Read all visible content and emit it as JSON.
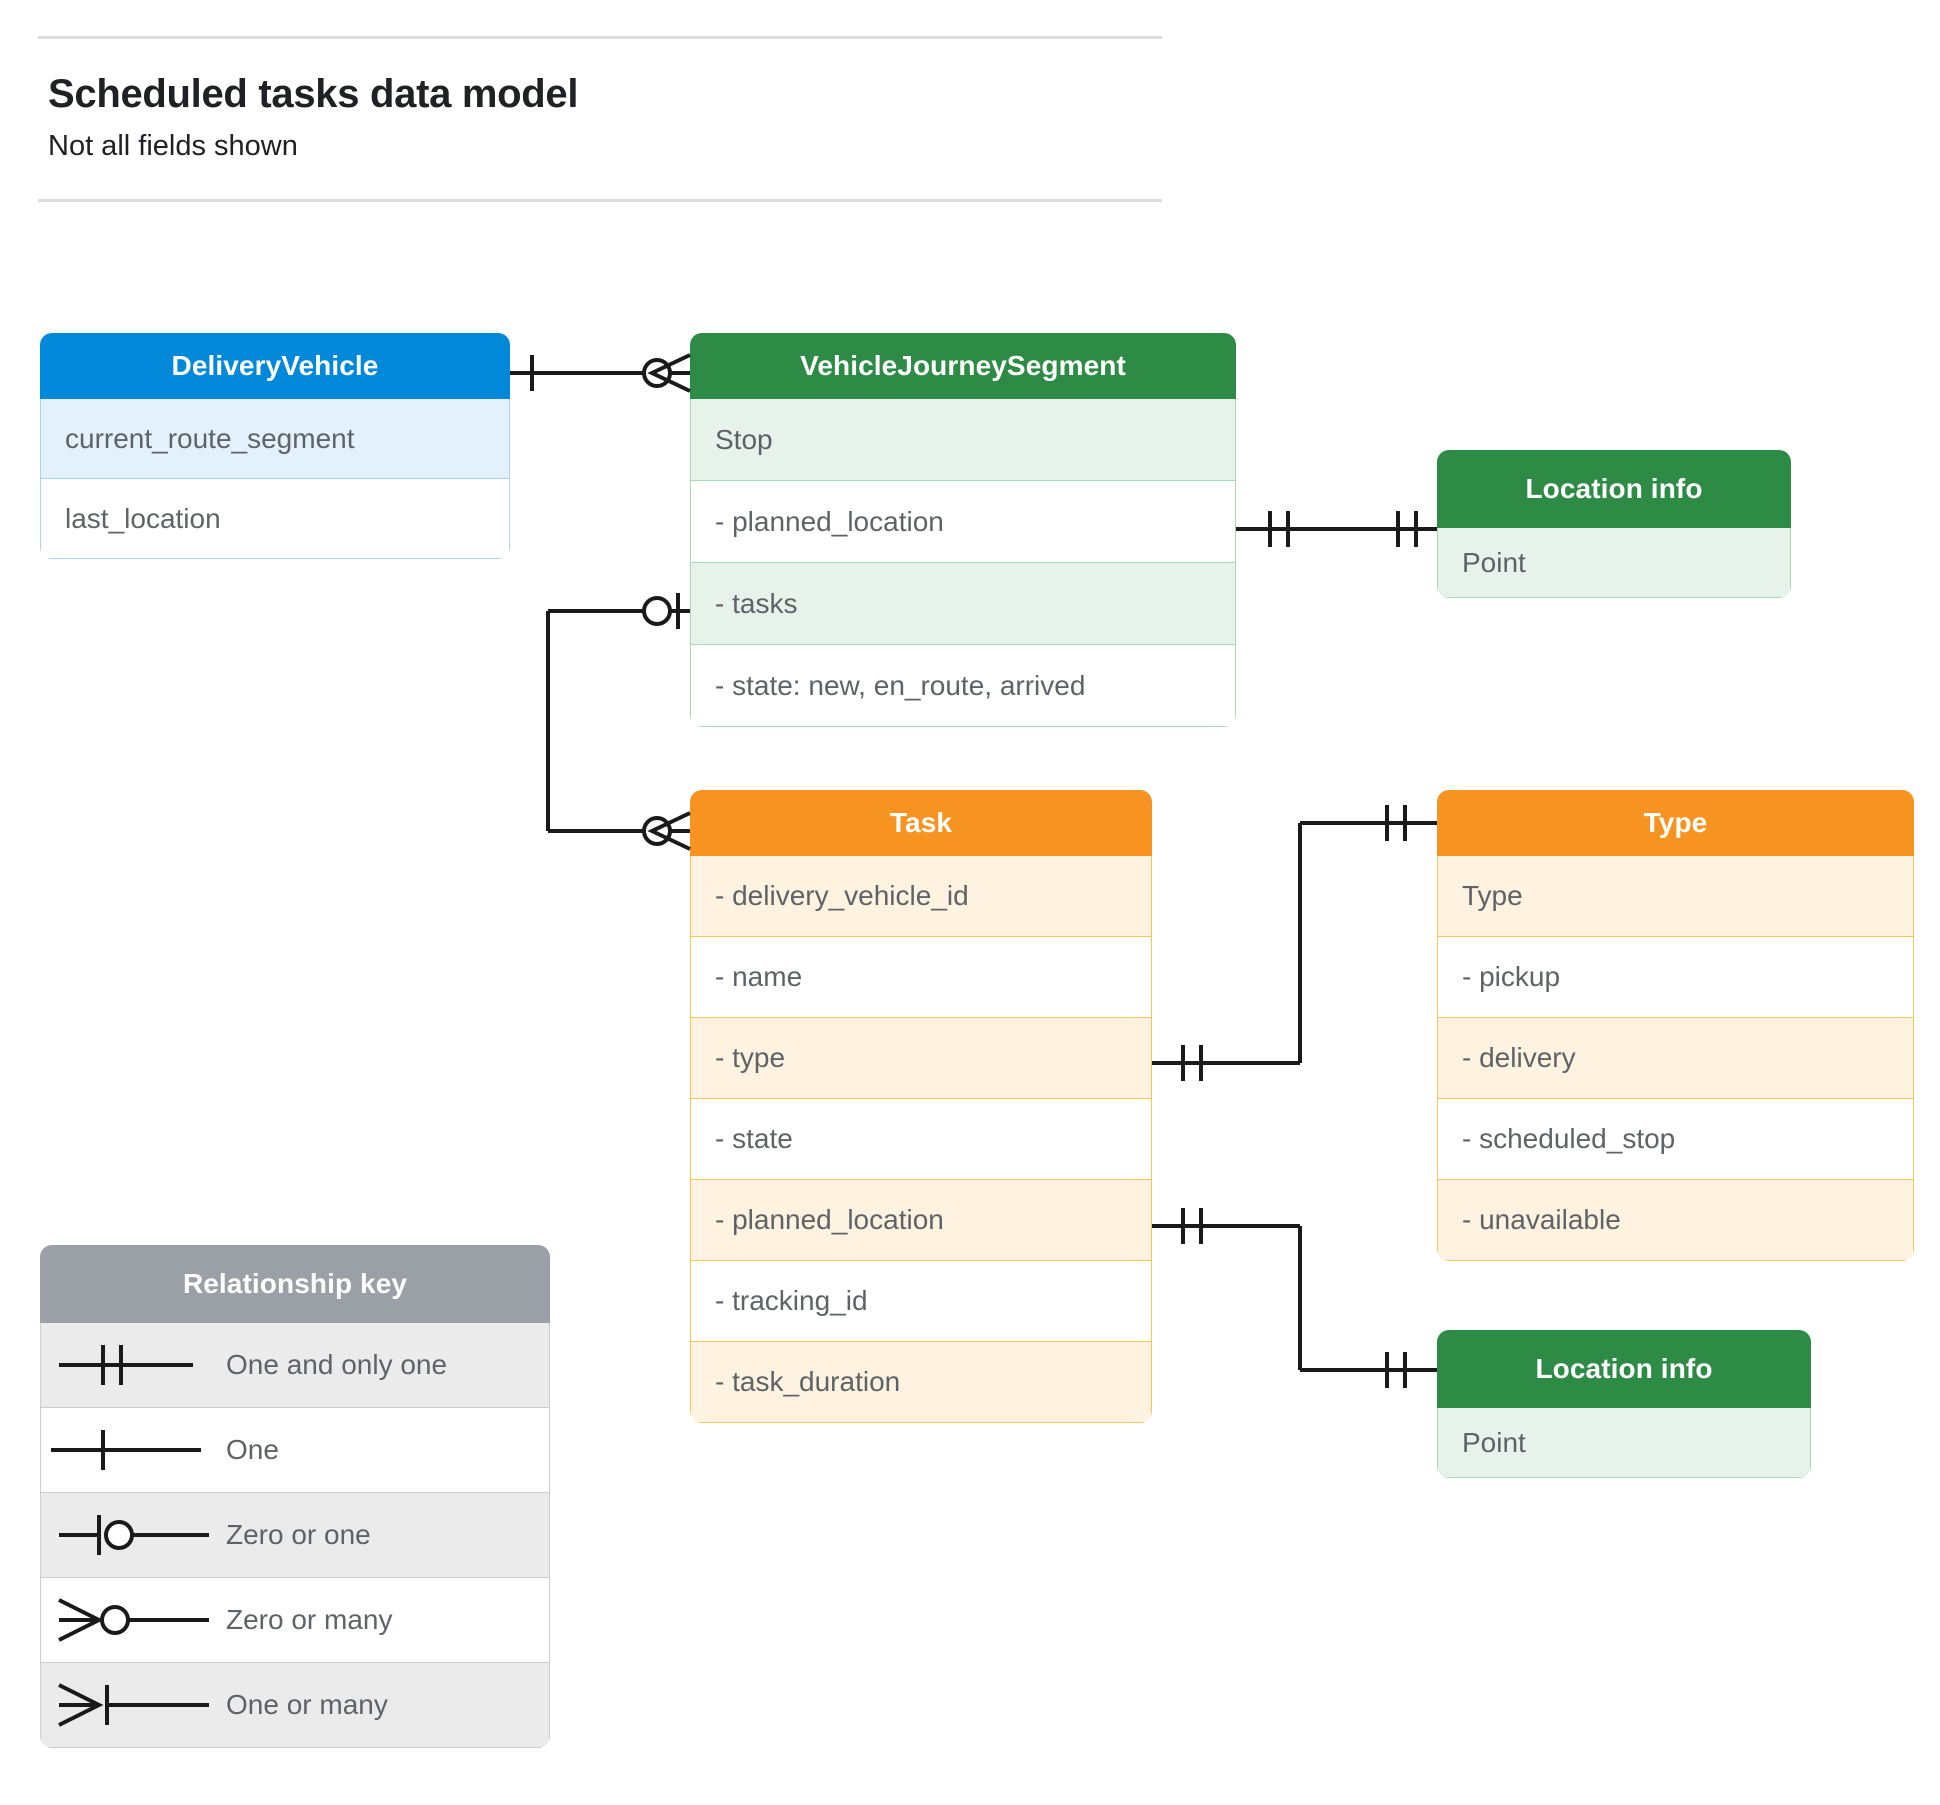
{
  "header": {
    "title": "Scheduled tasks data model",
    "subtitle": "Not all fields shown"
  },
  "colors": {
    "blue_header": "#0288d8",
    "blue_row_alt": "#e3f1fc",
    "blue_border": "#a7d5f2",
    "green_header": "#2e8b46",
    "green_row_alt": "#e7f3ea",
    "green_border": "#a9d8b5",
    "orange_header": "#f79421",
    "orange_row_alt": "#fdf3e0",
    "orange_border": "#f6c65b",
    "grey_header": "#9aa0a6",
    "grey_row_alt": "#ebebeb",
    "connector": "#1a1a1a",
    "text": "#5f6368",
    "rule": "#dadce0"
  },
  "entities": {
    "delivery_vehicle": {
      "title": "DeliveryVehicle",
      "rows": [
        "current_route_segment",
        "last_location"
      ]
    },
    "vehicle_journey_segment": {
      "title": "VehicleJourneySegment",
      "rows": [
        "Stop",
        "-  planned_location",
        "- tasks",
        "- state: new, en_route, arrived"
      ]
    },
    "location_info_top": {
      "title": "Location info",
      "rows": [
        "Point"
      ]
    },
    "task": {
      "title": "Task",
      "rows": [
        "- delivery_vehicle_id",
        "- name",
        "- type",
        "- state",
        "- planned_location",
        "- tracking_id",
        "- task_duration"
      ]
    },
    "type": {
      "title": "Type",
      "rows": [
        "Type",
        "-  pickup",
        "-  delivery",
        "-  scheduled_stop",
        "-  unavailable"
      ]
    },
    "location_info_bottom": {
      "title": "Location info",
      "rows": [
        "Point"
      ]
    }
  },
  "relationship_key": {
    "title": "Relationship key",
    "items": [
      {
        "glyph": "one-and-only-one-symbol",
        "label": "One and only one"
      },
      {
        "glyph": "one-symbol",
        "label": "One"
      },
      {
        "glyph": "zero-or-one-symbol",
        "label": "Zero or one"
      },
      {
        "glyph": "zero-or-many-symbol",
        "label": "Zero or many"
      },
      {
        "glyph": "one-or-many-symbol",
        "label": "One or many"
      }
    ]
  },
  "relationships": [
    {
      "from": "DeliveryVehicle",
      "from_card": "One",
      "to": "VehicleJourneySegment",
      "to_card": "Zero or many"
    },
    {
      "from": "VehicleJourneySegment.planned_location",
      "from_card": "One and only one",
      "to": "Location info (Point)",
      "to_card": "One and only one"
    },
    {
      "from": "VehicleJourneySegment.tasks",
      "from_card": "Zero or one",
      "to": "Task",
      "to_card": "Zero or many"
    },
    {
      "from": "Task.type",
      "from_card": "One and only one",
      "to": "Type",
      "to_card": "One and only one"
    },
    {
      "from": "Task.planned_location",
      "from_card": "One and only one",
      "to": "Location info (Point)",
      "to_card": "One and only one"
    }
  ]
}
